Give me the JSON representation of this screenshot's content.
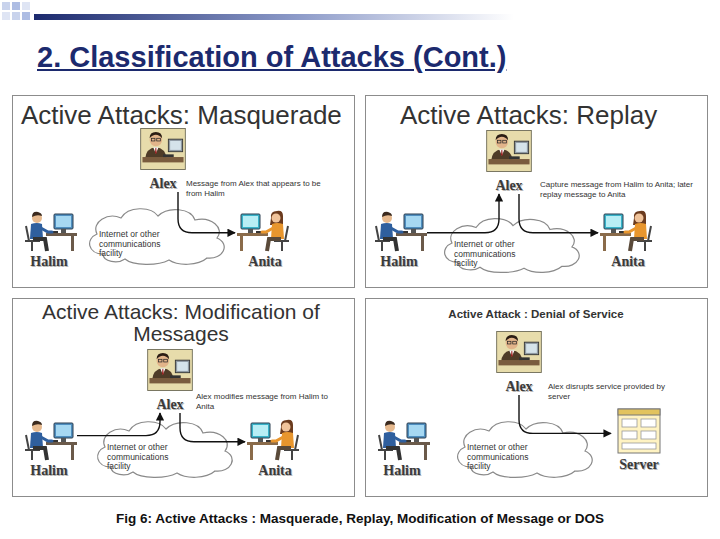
{
  "diagram": {
    "title": "2. Classification of Attacks (Cont.)",
    "caption": "Fig 6: Active Attacks : Masquerade, Replay, Modification of Message or DOS",
    "nodes": [
      {
        "text": [
          "Active Attacks: Masquerade"
        ]
      },
      {
        "text": [
          "Alex"
        ],
        "in": 0
      },
      {
        "text": [
          "Halim"
        ],
        "in": 0
      },
      {
        "text": [
          "Internet or other communications facility"
        ],
        "in": 0
      },
      {
        "text": [
          "Anita"
        ],
        "in": 0
      },
      {
        "text": [
          "Active Attacks: Replay"
        ]
      },
      {
        "text": [
          "Alex"
        ],
        "in": 5
      },
      {
        "text": [
          "Halim"
        ],
        "in": 5
      },
      {
        "text": [
          "Internet or other communications facility"
        ],
        "in": 5
      },
      {
        "text": [
          "Anita"
        ],
        "in": 5
      },
      {
        "text": [
          "Active Attacks: Modification of Messages"
        ]
      },
      {
        "text": [
          "Alex"
        ],
        "in": 10
      },
      {
        "text": [
          "Halim"
        ],
        "in": 10
      },
      {
        "text": [
          "Internet or other communications facility"
        ],
        "in": 10
      },
      {
        "text": [
          "Anita"
        ],
        "in": 10
      },
      {
        "text": [
          "Active Attack : Denial of Service"
        ]
      },
      {
        "text": [
          "Alex"
        ],
        "in": 15
      },
      {
        "text": [
          "Halim"
        ],
        "in": 15
      },
      {
        "text": [
          "Internet or other communications facility"
        ],
        "in": 15
      },
      {
        "text": [
          "Server"
        ],
        "in": 15
      }
    ],
    "edges": [
      {
        "from": 1,
        "to": 4,
        "arrow": "to",
        "label": "Message from Alex that appears to be from Halim"
      },
      {
        "from": 7,
        "to": 6,
        "arrow": "to",
        "label": "Capture message from Halim to Anita; later replay message to Anita"
      },
      {
        "from": 6,
        "to": 9,
        "arrow": "to"
      },
      {
        "from": 12,
        "to": 11,
        "arrow": "to"
      },
      {
        "from": 11,
        "to": 14,
        "arrow": "to",
        "label": "Alex modifies message from Halim to Anita"
      },
      {
        "from": 16,
        "to": 19,
        "arrow": "to",
        "label": "Alex disrupts service provided by server"
      }
    ]
  }
}
